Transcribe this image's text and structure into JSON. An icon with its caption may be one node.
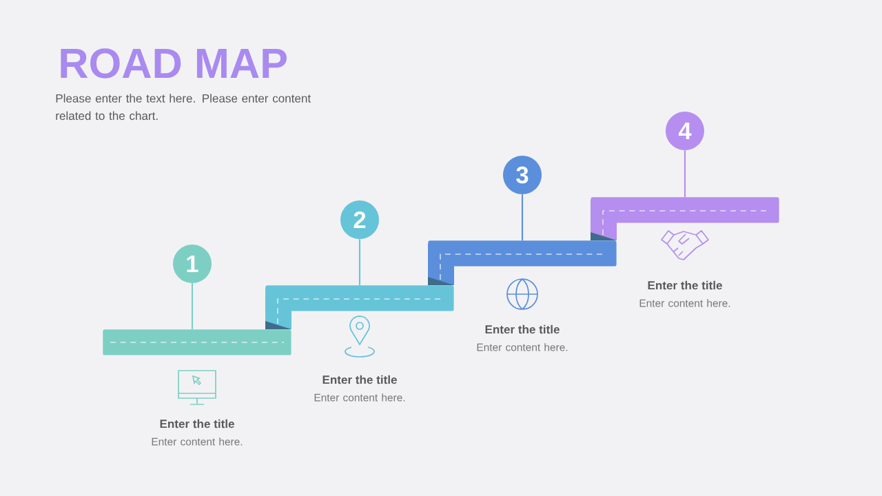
{
  "diagram": {
    "title": "ROAD MAP",
    "nodes": [
      {
        "text": [
          "1"
        ]
      },
      {
        "text": [
          "2"
        ]
      },
      {
        "text": [
          "3"
        ]
      },
      {
        "text": [
          "4"
        ]
      },
      {
        "text": [],
        "shape": "bar"
      },
      {
        "text": [],
        "shape": "bar"
      },
      {
        "text": [],
        "shape": "bar"
      },
      {
        "text": [],
        "shape": "bar"
      }
    ],
    "edges": [
      {
        "from": 0,
        "to": 4,
        "arrow": "none"
      },
      {
        "from": 1,
        "to": 5,
        "arrow": "none"
      },
      {
        "from": 2,
        "to": 6,
        "arrow": "none"
      },
      {
        "from": 3,
        "to": 7,
        "arrow": "none"
      }
    ],
    "labels": [
      "Please enter the text here. Please enter content related to the chart.",
      "Enter the title",
      "Enter content here.",
      "Enter the title",
      "Enter content here.",
      "Enter the title",
      "Enter content here.",
      "Enter the title",
      "Enter content here."
    ]
  }
}
